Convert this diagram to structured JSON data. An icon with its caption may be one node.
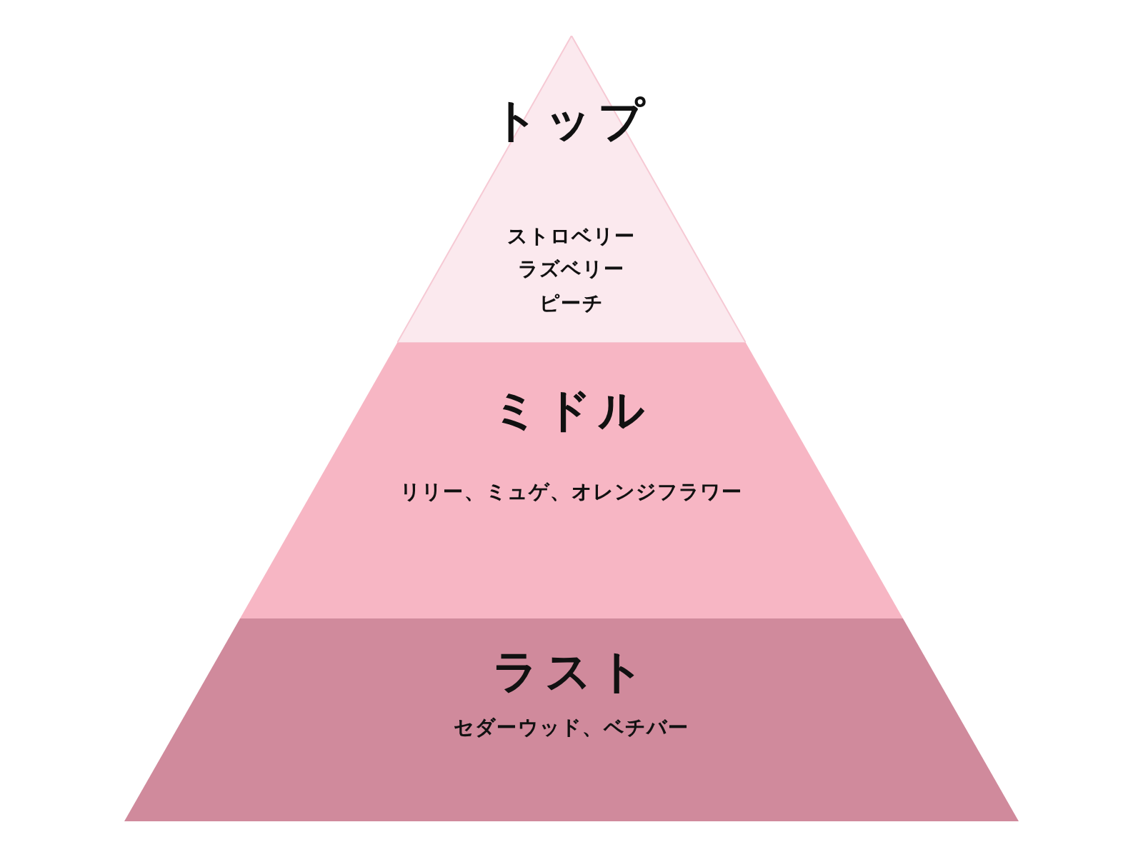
{
  "diagram": {
    "nodes": [
      {
        "text": [
          "トップ",
          "ストロベリー",
          "ラズベリー",
          "ピーチ"
        ]
      },
      {
        "text": [
          "ミドル",
          "リリー、ミュゲ、オレンジフラワー"
        ]
      },
      {
        "text": [
          "ラスト",
          "セダーウッド、ベチバー"
        ]
      }
    ]
  }
}
